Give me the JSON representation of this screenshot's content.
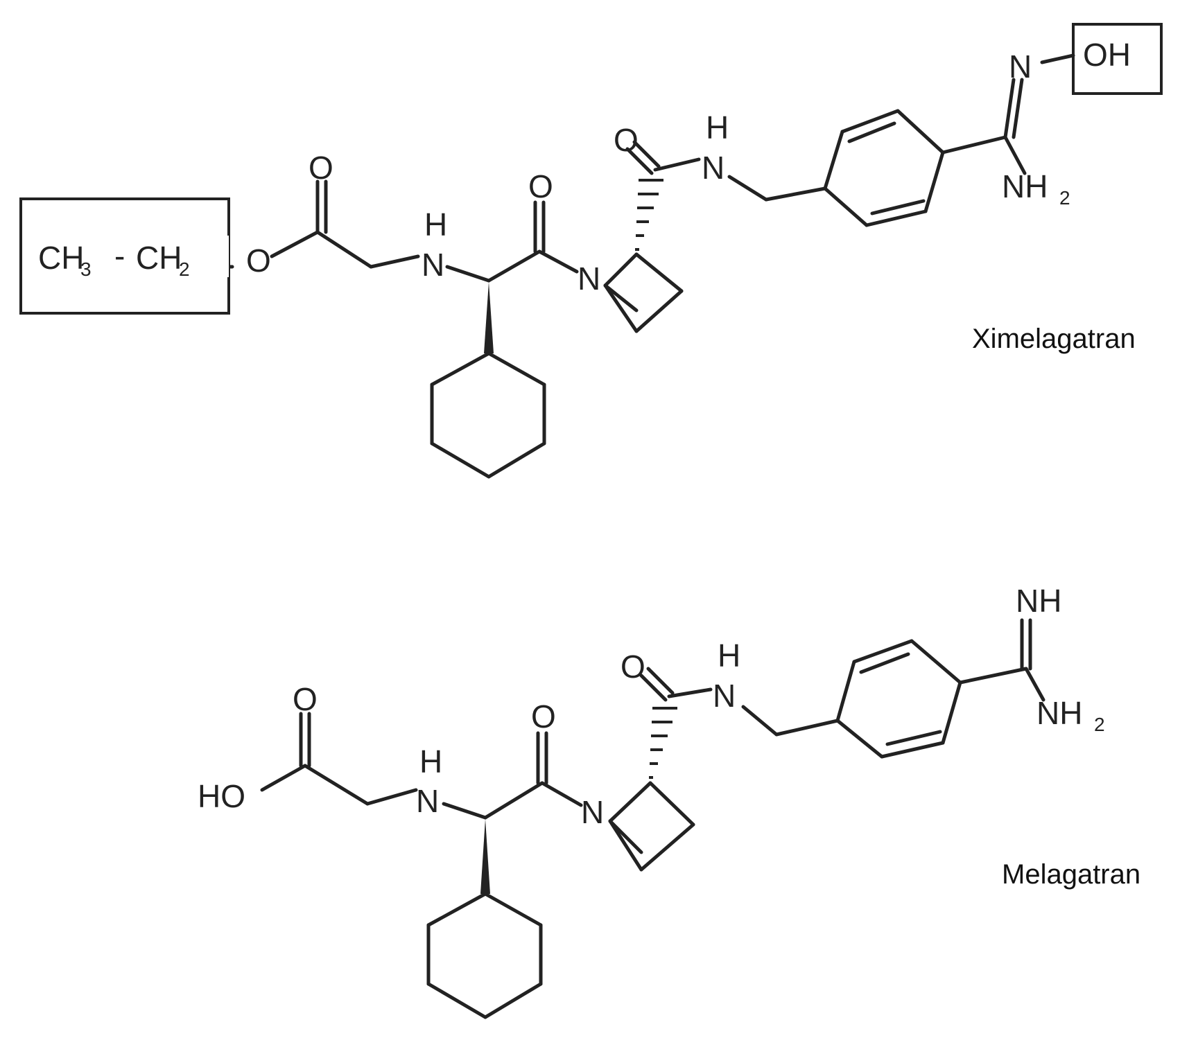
{
  "molecules": [
    {
      "name": "Ximelagatran",
      "labels": {
        "ethyl": "CH",
        "ethyl_sub": "3",
        "dash": "-",
        "methylene": "CH",
        "methylene_sub": "2",
        "ester_o": "O",
        "carbonyl_o1": "O",
        "amine_h": "H",
        "amine_n": "N",
        "carbonyl_o2": "O",
        "ring_n": "N",
        "carbonyl_o3": "O",
        "amide_h": "H",
        "amide_n": "N",
        "oxime_n": "N",
        "oxime_oh": "OH",
        "amidine_nh": "NH",
        "amidine_sub": "2"
      }
    },
    {
      "name": "Melagatran",
      "labels": {
        "acid_ho": "HO",
        "carbonyl_o1": "O",
        "amine_h": "H",
        "amine_n": "N",
        "carbonyl_o2": "O",
        "ring_n": "N",
        "carbonyl_o3": "O",
        "amide_h": "H",
        "amide_n": "N",
        "imine_nh": "NH",
        "amidine_nh": "NH",
        "amidine_sub": "2"
      }
    }
  ]
}
